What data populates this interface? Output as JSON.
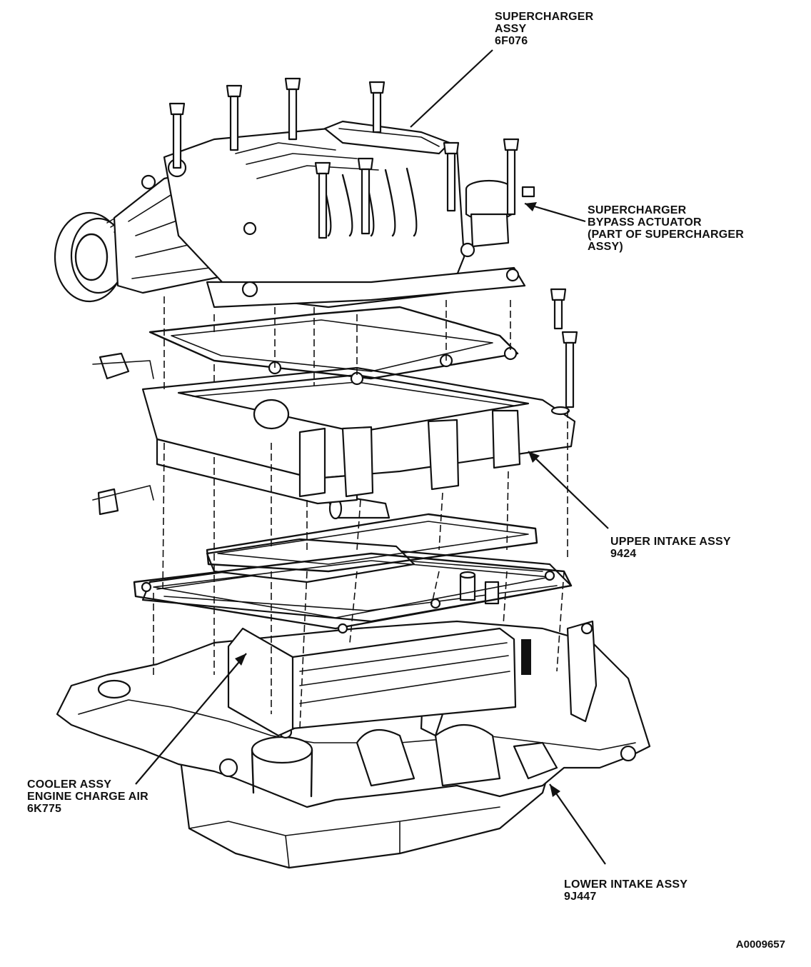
{
  "callouts": {
    "supercharger": {
      "lines": [
        "SUPERCHARGER",
        "ASSY",
        "6F076"
      ]
    },
    "bypass_actuator": {
      "lines": [
        "SUPERCHARGER",
        "BYPASS ACTUATOR",
        "(PART OF SUPERCHARGER",
        "ASSY)"
      ]
    },
    "upper_intake": {
      "lines": [
        "UPPER INTAKE ASSY",
        "9424"
      ]
    },
    "cooler": {
      "lines": [
        "COOLER ASSY",
        "ENGINE CHARGE AIR",
        "6K775"
      ]
    },
    "lower_intake": {
      "lines": [
        "LOWER INTAKE ASSY",
        "9J447"
      ]
    }
  },
  "figure_id": "A0009657",
  "colors": {
    "ink": "#111111",
    "paper": "#ffffff"
  }
}
